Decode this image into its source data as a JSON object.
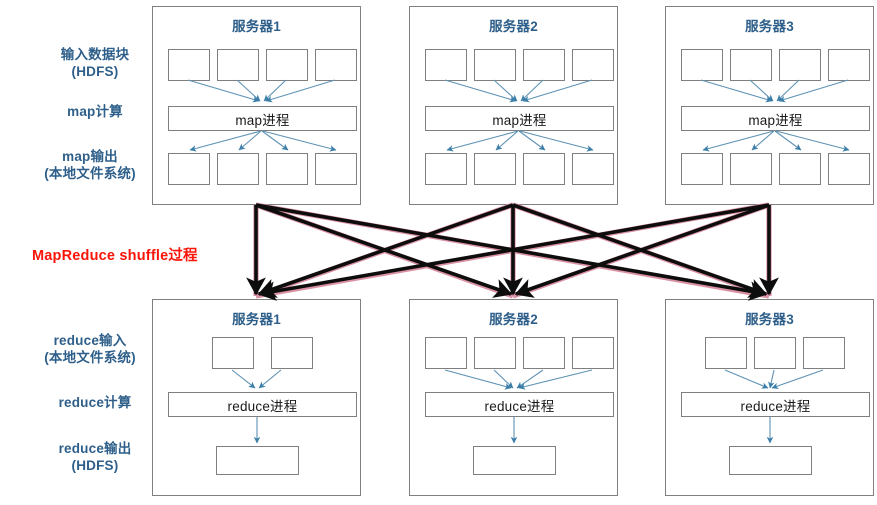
{
  "diagram": {
    "title": "MapReduce shuffle",
    "shuffle_label": "MapReduce shuffle过程",
    "colors": {
      "label_blue": "#2e5f8a",
      "shuffle_red": "#fa1409",
      "arrow_blue": "#3b7ea8",
      "shuffle_arrow": "#0d0d0d",
      "shuffle_arrow_edge": "#d98ca0",
      "box_border": "#7f7f7f",
      "panel_border": "#808080"
    }
  },
  "left_labels": {
    "map_stage": [
      {
        "id": "input-blocks",
        "text": "输入数据块\n(HDFS)"
      },
      {
        "id": "map-compute",
        "text": "map计算"
      },
      {
        "id": "map-output",
        "text": "map输出\n(本地文件系统)"
      }
    ],
    "reduce_stage": [
      {
        "id": "reduce-input",
        "text": "reduce输入\n(本地文件系统)"
      },
      {
        "id": "reduce-compute",
        "text": "reduce计算"
      },
      {
        "id": "reduce-output",
        "text": "reduce输出\n(HDFS)"
      }
    ]
  },
  "map_servers": [
    {
      "title": "服务器1",
      "process_label": "map进程",
      "input_blocks": 4,
      "output_blocks": 4
    },
    {
      "title": "服务器2",
      "process_label": "map进程",
      "input_blocks": 4,
      "output_blocks": 4
    },
    {
      "title": "服务器3",
      "process_label": "map进程",
      "input_blocks": 4,
      "output_blocks": 4
    }
  ],
  "reduce_servers": [
    {
      "title": "服务器1",
      "process_label": "reduce进程",
      "input_blocks": 2,
      "output_blocks": 1
    },
    {
      "title": "服务器2",
      "process_label": "reduce进程",
      "input_blocks": 4,
      "output_blocks": 1
    },
    {
      "title": "服务器3",
      "process_label": "reduce进程",
      "input_blocks": 3,
      "output_blocks": 1
    }
  ],
  "shuffle": {
    "sources": [
      256,
      513,
      769
    ],
    "targets": [
      256,
      513,
      769
    ],
    "description": "全连接 shuffle：每个 map 服务器输出连到每个 reduce 服务器"
  }
}
